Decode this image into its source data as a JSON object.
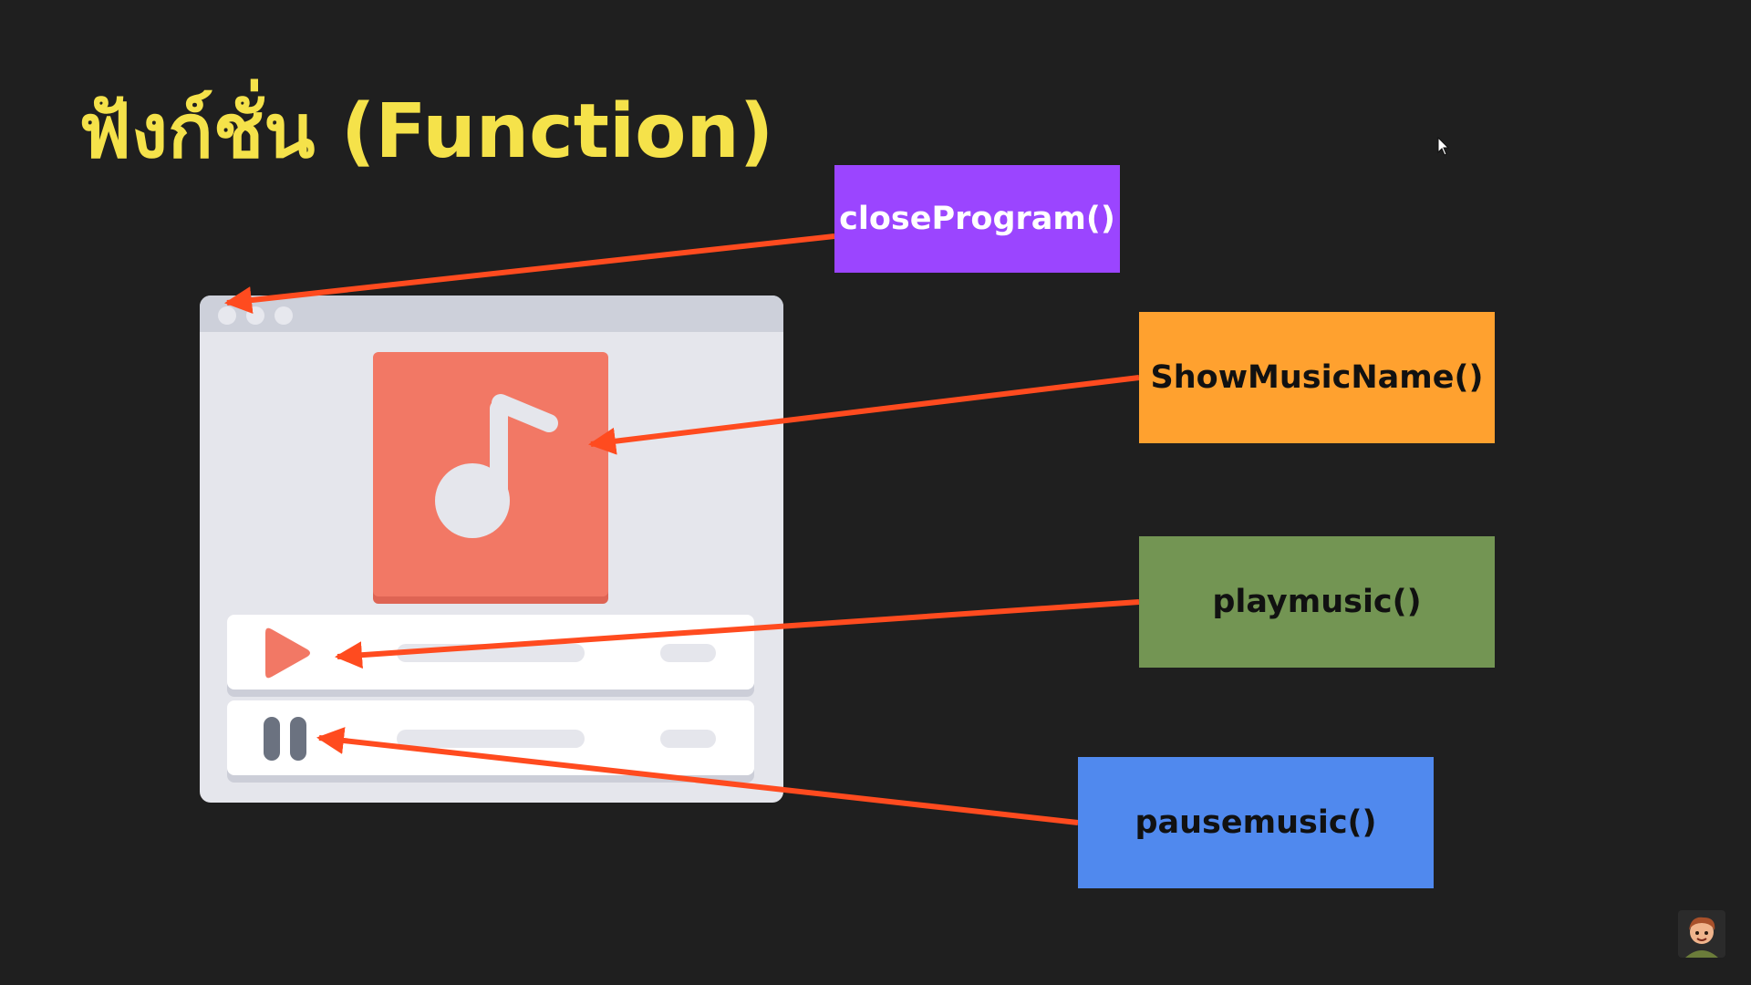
{
  "title": {
    "text": "ฟังก์ชั่น (Function)",
    "color": "#f5e24a"
  },
  "player": {
    "window_color": "#e5e6ec",
    "titlebar_color": "#cdd0da",
    "album_color": "#f27865",
    "note_color": "#e5e6ec",
    "play_icon_color": "#f27865",
    "pause_icon_color": "#6b7280"
  },
  "functions": [
    {
      "id": "close",
      "label": "closeProgram()",
      "bg": "#9b45ff",
      "text_color": "#ffffff",
      "target": "window-buttons"
    },
    {
      "id": "show",
      "label": "ShowMusicName()",
      "bg": "#ffa12f",
      "text_color": "#111111",
      "target": "album-art"
    },
    {
      "id": "play",
      "label": "playmusic()",
      "bg": "#739553",
      "text_color": "#111111",
      "target": "play-icon"
    },
    {
      "id": "pause",
      "label": "pausemusic()",
      "bg": "#5089ee",
      "text_color": "#111111",
      "target": "pause-icon"
    }
  ],
  "arrow_color": "#ff4b1f",
  "icons": {
    "note": "music-note-icon",
    "play": "play-icon",
    "pause": "pause-icon",
    "cursor": "mouse-cursor-icon",
    "avatar": "avatar"
  }
}
